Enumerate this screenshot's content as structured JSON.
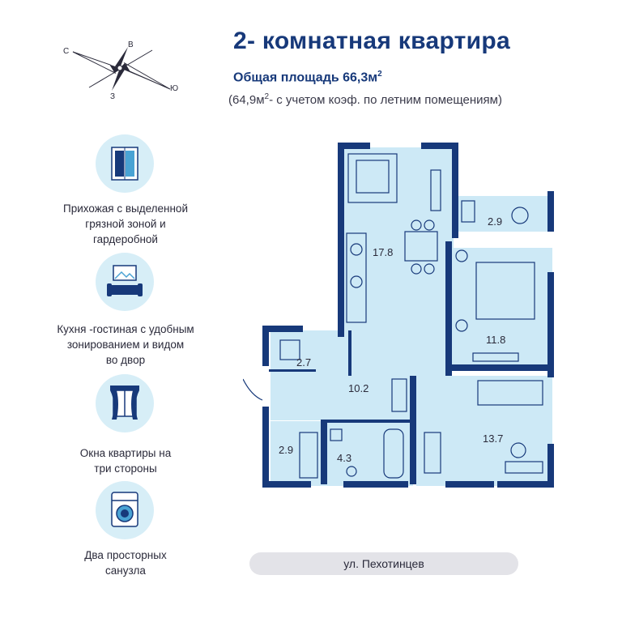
{
  "header": {
    "title": "2- комнатная  квартира",
    "area_label": "Общая площадь 66,3м",
    "area_sup": "2",
    "coef_open": "(64,9м",
    "coef_sup": "2",
    "coef_rest": "- с учетом коэф. по летним помещениям)"
  },
  "compass": {
    "n": "С",
    "e": "В",
    "s": "Ю",
    "w": "З"
  },
  "features": [
    {
      "icon": "hallway-wardrobe-icon",
      "label_lines": [
        "Прихожая с выделенной",
        "грязной зоной  и",
        "гардеробной"
      ]
    },
    {
      "icon": "living-room-icon",
      "label_lines": [
        "Кухня -гостиная с удобным",
        "зонированием и видом",
        "во двор"
      ]
    },
    {
      "icon": "window-icon",
      "label_lines": [
        "Окна квартиры на",
        "три стороны"
      ]
    },
    {
      "icon": "washing-machine-icon",
      "label_lines": [
        "Два просторных",
        "санузла"
      ]
    }
  ],
  "rooms": {
    "kitchen_living": "17.8",
    "balcony": "2.9",
    "bedroom_1": "11.8",
    "bathroom": "2.7",
    "hallway": "10.2",
    "wardrobe": "2.9",
    "bathroom_2": "4.3",
    "bedroom_2": "13.7"
  },
  "street": "ул. Пехотинцев",
  "colors": {
    "brand": "#17397a",
    "room_fill": "#cde9f6",
    "wall": "#17397a",
    "icon_bg": "#d7eef7"
  }
}
